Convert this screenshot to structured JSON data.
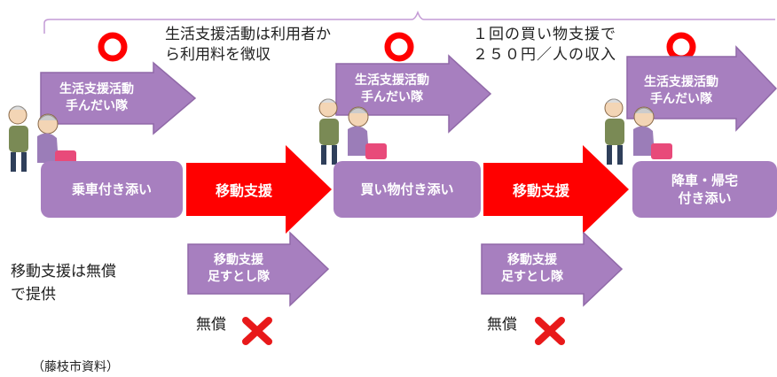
{
  "captions": {
    "left_note": "生活支援活動は利用者か\nら利用料を徴収",
    "right_note": "１回の買い物支援で\n２５０円／人の収入",
    "free_note": "移動支援は無償\nで提供",
    "source": "（藤枝市資料）"
  },
  "helper_arrows": {
    "life_support": "生活支援活動\n手んだい隊",
    "mobility_support": "移動支援\n足すとし隊"
  },
  "steps": [
    {
      "label": "乗車付き添い"
    },
    {
      "label": "買い物付き添い"
    },
    {
      "label": "降車・帰宅\n付き添い"
    }
  ],
  "transfers": [
    {
      "label": "移動支援"
    },
    {
      "label": "移動支援"
    }
  ],
  "unpaid": [
    {
      "label": "無償"
    },
    {
      "label": "無償"
    }
  ],
  "colors": {
    "purple": "#a77fbf",
    "purple_border": "#9069a8",
    "red": "#ff0000",
    "circle": "#ff0000",
    "cross": "#e8191a",
    "brace": "#c49bd6"
  },
  "icons": [
    "elderly-couple-icon",
    "circle-mark-icon",
    "cross-mark-icon"
  ]
}
